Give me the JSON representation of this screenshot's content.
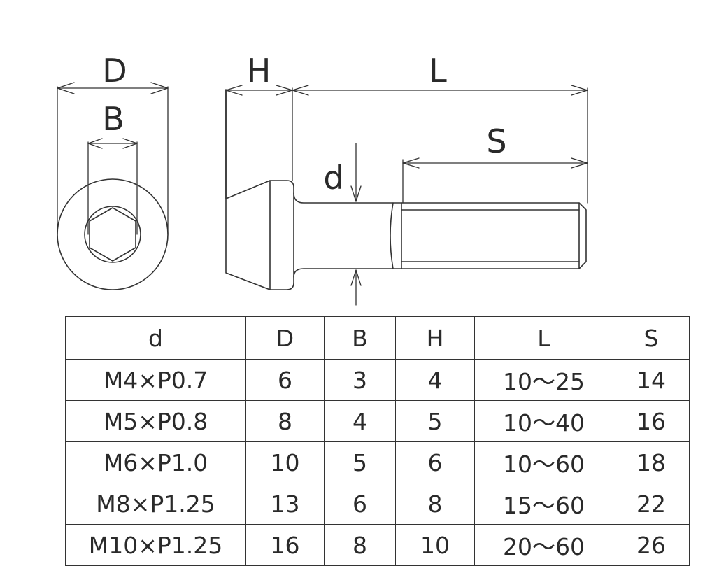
{
  "diagram": {
    "labels": {
      "D": "D",
      "B": "B",
      "H": "H",
      "L": "L",
      "S": "S",
      "d": "d"
    }
  },
  "table": {
    "columns": [
      "d",
      "D",
      "B",
      "H",
      "L",
      "S"
    ],
    "rows": [
      [
        "M4×P0.7",
        "6",
        "3",
        "4",
        "10～25",
        "14"
      ],
      [
        "M5×P0.8",
        "8",
        "4",
        "5",
        "10～40",
        "16"
      ],
      [
        "M6×P1.0",
        "10",
        "5",
        "6",
        "10～60",
        "18"
      ],
      [
        "M8×P1.25",
        "13",
        "6",
        "8",
        "15～60",
        "22"
      ],
      [
        "M10×P1.25",
        "16",
        "8",
        "10",
        "20～60",
        "26"
      ]
    ]
  }
}
